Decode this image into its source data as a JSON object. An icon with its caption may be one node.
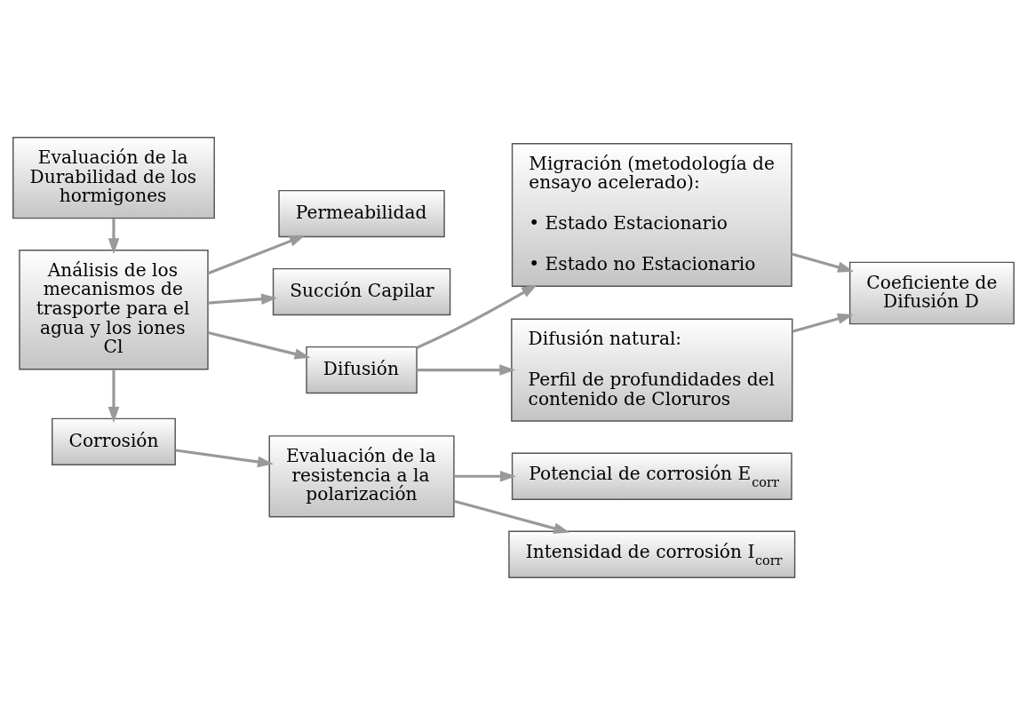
{
  "diagram": {
    "nodes": [
      {
        "text": [
          "Evaluación de la Durabilidad de los hormigones"
        ]
      },
      {
        "text": [
          "Análisis de los mecanismos de trasporte para el agua y los iones Cl"
        ]
      },
      {
        "text": [
          "Permeabilidad"
        ]
      },
      {
        "text": [
          "Succión Capilar"
        ]
      },
      {
        "text": [
          "Difusión"
        ]
      },
      {
        "text": [
          "Migración (metodología de ensayo acelerado):",
          "• Estado Estacionario",
          "• Estado no Estacionario"
        ]
      },
      {
        "text": [
          "Coeficiente de Difusión D"
        ]
      },
      {
        "text": [
          "Difusión natural:",
          "Perfil de profundidades del contenido de Cloruros"
        ]
      },
      {
        "text": [
          "Corrosión"
        ]
      },
      {
        "text": [
          "Evaluación de la resistencia a la polarización"
        ]
      },
      {
        "text": [
          "Potencial de corrosión E$_{corr}$"
        ]
      },
      {
        "text": [
          "Intensidad de corrosión I$_{corr}$"
        ]
      }
    ],
    "edges": [
      {
        "from": 0,
        "to": 1,
        "arrow": "to"
      },
      {
        "from": 1,
        "to": 2,
        "arrow": "to"
      },
      {
        "from": 1,
        "to": 3,
        "arrow": "to"
      },
      {
        "from": 1,
        "to": 4,
        "arrow": "to"
      },
      {
        "from": 4,
        "to": 5,
        "arrow": "to"
      },
      {
        "from": 4,
        "to": 7,
        "arrow": "to"
      },
      {
        "from": 5,
        "to": 6,
        "arrow": "to"
      },
      {
        "from": 7,
        "to": 6,
        "arrow": "to"
      },
      {
        "from": 1,
        "to": 8,
        "arrow": "to"
      },
      {
        "from": 8,
        "to": 9,
        "arrow": "to"
      },
      {
        "from": 9,
        "to": 10,
        "arrow": "to"
      },
      {
        "from": 9,
        "to": 11,
        "arrow": "to"
      }
    ]
  }
}
